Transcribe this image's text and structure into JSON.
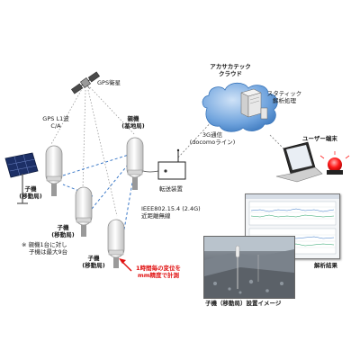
{
  "labels": {
    "gps_sat": "GPS衛星",
    "gps_l1": "GPS L1波",
    "gps_ca": "C/A",
    "base_line1": "親機",
    "base_line2": "(基地局)",
    "mobile_line1": "子機",
    "mobile_line2": "(移動局)",
    "transfer": "転送装置",
    "ieee_line1": "IEEE802.15.4 (2.4G)",
    "ieee_line2": "近距離無線",
    "note_line1": "※ 親機1台に対し",
    "note_line2": "子機は最大9台",
    "hourly_line1": "1時間毎の変位を",
    "hourly_line2": "mm精度で計測",
    "cloud_line1": "アカサカテック",
    "cloud_line2": "クラウド",
    "static_line1": "スタティック",
    "static_line2": "解析処理",
    "comm_line1": "3G通信",
    "comm_line2": "(docomoライン)",
    "user_terminal": "ユーザー端末",
    "analysis_result": "解析結果",
    "install_image": "子機（移動局）設置イメージ"
  },
  "colors": {
    "accent_red": "#e01010",
    "link_blue": "#3a78c8",
    "cloud_blue": "#3f7fc8"
  }
}
